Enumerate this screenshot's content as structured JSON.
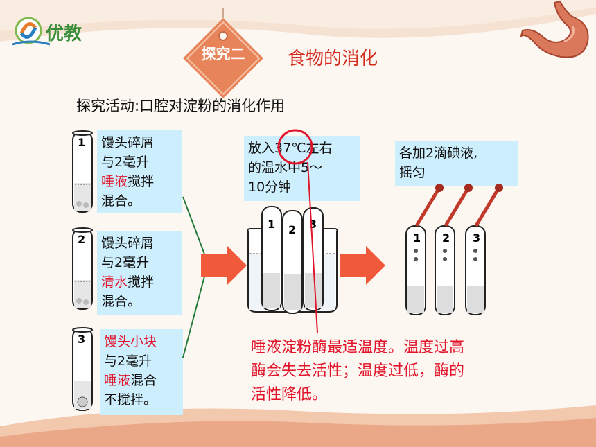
{
  "logo": {
    "text": "优教"
  },
  "tag": {
    "label": "探究二"
  },
  "title": "食物的消化",
  "subtitle": "探究活动:口腔对淀粉的消化作用",
  "tubes": [
    {
      "number": "1",
      "line1": "馒头碎屑",
      "line2": "与2毫升",
      "highlight": "唾液",
      "line3_rest": "搅拌",
      "line4": "混合。"
    },
    {
      "number": "2",
      "line1": "馒头碎屑",
      "line2": "与2毫升",
      "highlight": "清水",
      "line3_rest": "搅拌",
      "line4": "混合。"
    },
    {
      "number": "3",
      "highlight1": "馒头小块",
      "line2": "与2毫升",
      "highlight2": "唾液",
      "line3_rest": "混合",
      "line4": "不搅拌。"
    }
  ],
  "step2": {
    "part1": "放入",
    "temp": "37℃",
    "part2": "左右",
    "line2": "的温水中5～",
    "line3": "10分钟"
  },
  "step3": {
    "line1": "各加2滴碘液,",
    "line2": "摇匀"
  },
  "beaker_labels": [
    "1",
    "2",
    "3"
  ],
  "dropper_tube_labels": [
    "1",
    "2",
    "3"
  ],
  "note": {
    "line1": "唾液淀粉酶最适温度。温度过高",
    "line2": "酶会失去活性；温度过低，酶的",
    "line3": "活性降低。"
  },
  "colors": {
    "title_red": "#d42a1e",
    "box_blue": "#cdeefd",
    "tag_orange": "#e8845a",
    "arrow_red": "#f05a3a",
    "logo_green": "#3a8e3a"
  }
}
